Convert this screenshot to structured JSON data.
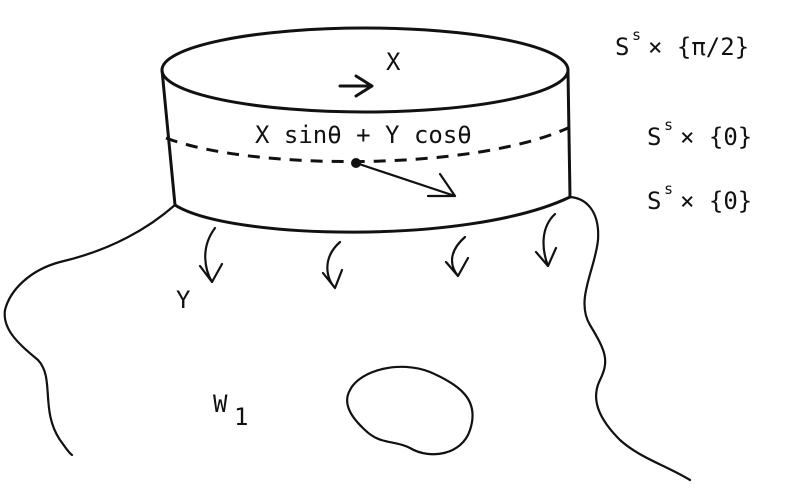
{
  "diagram": {
    "cylinder_top_label": "X",
    "mid_label": "X sinθ + Y cosθ",
    "below_label": "Y",
    "region_label_main": "W",
    "region_label_sub": "1",
    "right_labels": [
      {
        "base": "S",
        "sup": "s",
        "suffix": " × {π/2}"
      },
      {
        "base": "S",
        "sup": "s",
        "suffix": " × {0}"
      },
      {
        "base": "S",
        "sup": "s",
        "suffix": " × {0}"
      }
    ]
  },
  "colors": {
    "ink": "#111111",
    "background": "#ffffff"
  }
}
